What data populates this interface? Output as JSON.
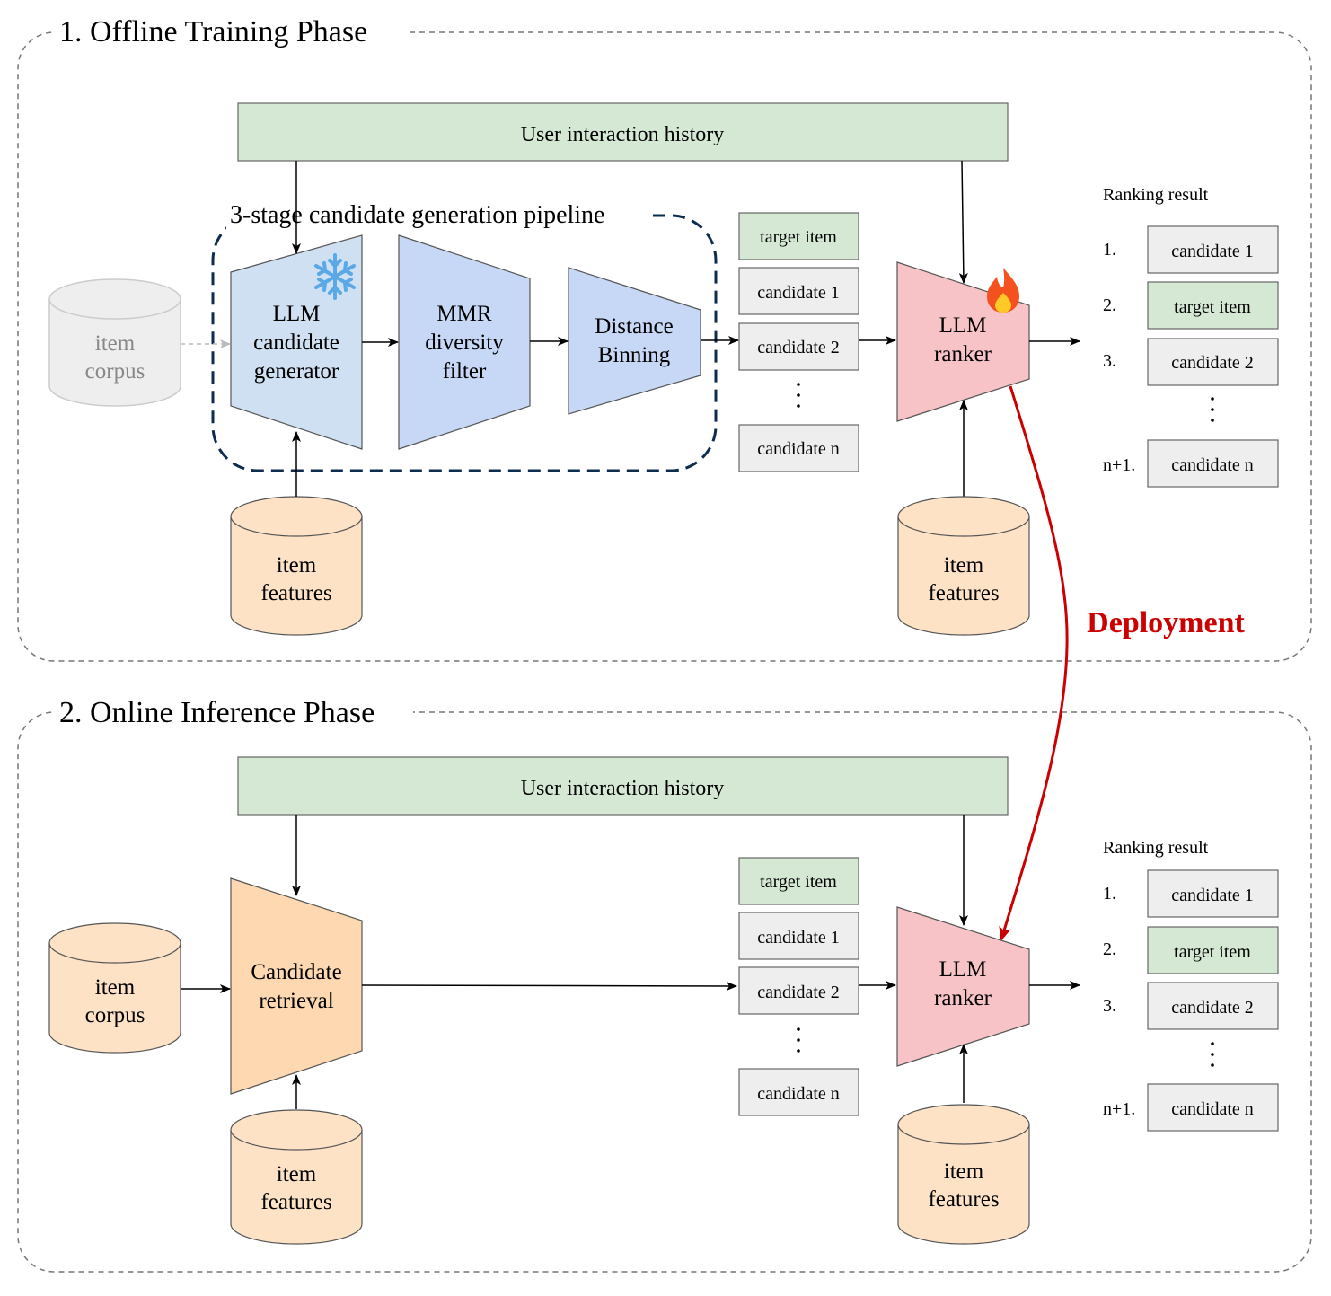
{
  "phase1": {
    "title": "1. Offline Training Phase",
    "user_history": "User interaction history",
    "pipeline_label": "3-stage candidate generation pipeline",
    "item_corpus": [
      "item",
      "corpus"
    ],
    "llm_generator": [
      "LLM",
      "candidate",
      "generator"
    ],
    "mmr_filter": [
      "MMR",
      "diversity",
      "filter"
    ],
    "distance_binning": [
      "Distance",
      "Binning"
    ],
    "item_features_left": [
      "item",
      "features"
    ],
    "candidates": [
      "target item",
      "candidate 1",
      "candidate 2",
      "candidate n"
    ],
    "ranker": [
      "LLM",
      "ranker"
    ],
    "item_features_right": [
      "item",
      "features"
    ],
    "ranking_title": "Ranking result",
    "ranking": [
      {
        "num": "1.",
        "label": "candidate 1"
      },
      {
        "num": "2.",
        "label": "target item"
      },
      {
        "num": "3.",
        "label": "candidate 2"
      },
      {
        "num": "n+1.",
        "label": "candidate n"
      }
    ],
    "frozen_icon": "snowflake-icon",
    "trainable_icon": "fire-icon"
  },
  "deployment": "Deployment",
  "phase2": {
    "title": "2. Online Inference Phase",
    "user_history": "User interaction history",
    "item_corpus": [
      "item",
      "corpus"
    ],
    "retrieval": [
      "Candidate",
      "retrieval"
    ],
    "item_features_left": [
      "item",
      "features"
    ],
    "candidates": [
      "target item",
      "candidate 1",
      "candidate 2",
      "candidate n"
    ],
    "ranker": [
      "LLM",
      "ranker"
    ],
    "item_features_right": [
      "item",
      "features"
    ],
    "ranking_title": "Ranking result",
    "ranking": [
      {
        "num": "1.",
        "label": "candidate 1"
      },
      {
        "num": "2.",
        "label": "target item"
      },
      {
        "num": "3.",
        "label": "candidate 2"
      },
      {
        "num": "n+1.",
        "label": "candidate n"
      }
    ]
  },
  "colors": {
    "green": "#d5e8d4",
    "grey": "#eeeeee",
    "blue_light": "#cfe0f3",
    "blue": "#c6d8f5",
    "orange": "#fde2c6",
    "orange_retrieval": "#fdd8b0",
    "pink": "#f7c3c6",
    "deploy_red": "#cc0000",
    "pipeline_border": "#0d2d4f"
  }
}
